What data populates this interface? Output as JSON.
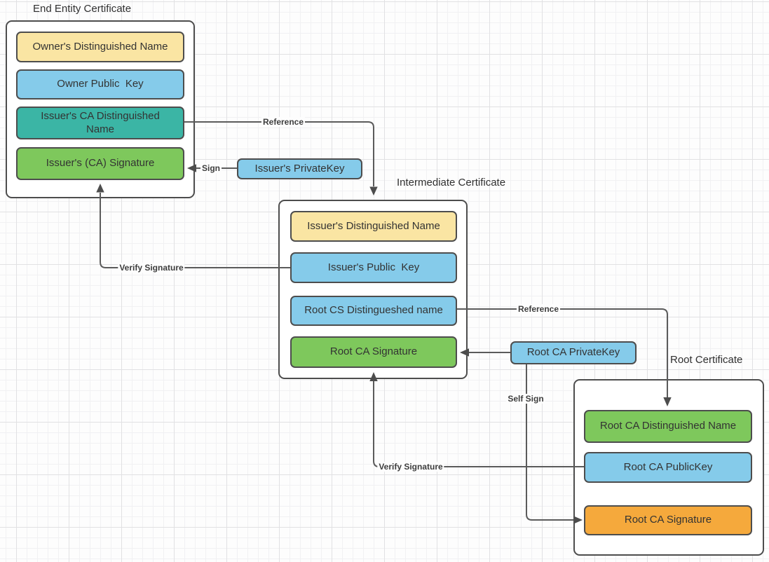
{
  "end_entity": {
    "title": "End Entity Certificate",
    "fields": [
      {
        "label": "Owner's Distinguished Name",
        "fill": "#FAE5A3"
      },
      {
        "label": "Owner Public  Key",
        "fill": "#85CBEA"
      },
      {
        "label": "Issuer's CA Distinguished\nName",
        "fill": "#3BB5A5"
      },
      {
        "label": "Issuer's (CA) Signature",
        "fill": "#7EC85C"
      }
    ]
  },
  "intermediate": {
    "title": "Intermediate Certificate",
    "fields": [
      {
        "label": "Issuer's Distinguished Name",
        "fill": "#FAE5A3"
      },
      {
        "label": "Issuer's Public  Key",
        "fill": "#85CBEA"
      },
      {
        "label": "Root CS Distingueshed name",
        "fill": "#85CBEA"
      },
      {
        "label": "Root CA Signature",
        "fill": "#7EC85C"
      }
    ]
  },
  "root": {
    "title": "Root Certificate",
    "fields": [
      {
        "label": "Root CA Distinguished Name",
        "fill": "#7EC85C"
      },
      {
        "label": "Root CA PublicKey",
        "fill": "#85CBEA"
      },
      {
        "label": "Root CA Signature",
        "fill": "#F5A93C"
      }
    ]
  },
  "keys": {
    "issuer_private_key": {
      "label": "Issuer's PrivateKey",
      "fill": "#85CBEA"
    },
    "root_ca_private_key": {
      "label": "Root CA PrivateKey",
      "fill": "#85CBEA"
    }
  },
  "connectors": {
    "reference_end_to_intermediate": "Reference",
    "sign": "Sign",
    "verify_signature_intermediate_to_end": "Verify Signature",
    "reference_intermediate_to_root": "Reference",
    "self_sign": "Self Sign",
    "verify_signature_root_to_intermediate": "Verify Signature"
  },
  "colors": {
    "yellow": "#FAE5A3",
    "blue": "#85CBEA",
    "teal": "#3BB5A5",
    "green": "#7EC85C",
    "orange": "#F5A93C",
    "shape_border": "#4d4d4d",
    "connector": "#5b5b5b",
    "text": "#333333"
  }
}
